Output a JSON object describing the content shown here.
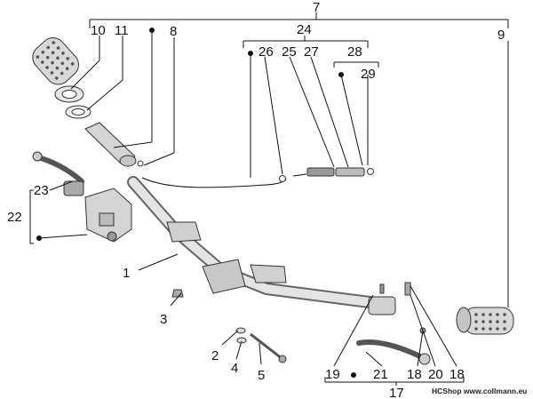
{
  "callouts": {
    "c1": "1",
    "c2": "2",
    "c3": "3",
    "c4": "4",
    "c5": "5",
    "c7": "7",
    "c8": "8",
    "c9": "9",
    "c10": "10",
    "c11": "11",
    "c17": "17",
    "c18a": "18",
    "c18b": "18",
    "c19": "19",
    "c20": "20",
    "c21": "21",
    "c22": "22",
    "c23": "23",
    "c24": "24",
    "c25": "25",
    "c26": "26",
    "c27": "27",
    "c28": "28",
    "c29": "29"
  },
  "credit": "HCShop www.collmann.eu",
  "colors": {
    "line": "#111111",
    "part_fill": "#dddddd",
    "part_dark": "#8a8a8a"
  }
}
